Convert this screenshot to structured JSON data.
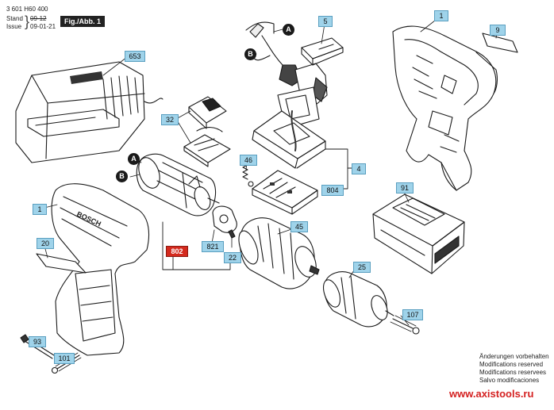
{
  "header": {
    "doc_number": "3 601 H60 400",
    "stand_label": "Stand",
    "stand_value": "09-12",
    "issue_label": "Issue",
    "issue_value": "09-01-21",
    "figure_label": "Fig./Abb. 1"
  },
  "brand_text": "BOSCH",
  "callouts": {
    "c653": "653",
    "c5": "5",
    "c1_top": "1",
    "c9": "9",
    "c32": "32",
    "c46": "46",
    "c4": "4",
    "c804": "804",
    "c91": "91",
    "c1_left": "1",
    "c20": "20",
    "c802": "802",
    "c821": "821",
    "c22": "22",
    "c45": "45",
    "c25": "25",
    "c107": "107",
    "c93": "93",
    "c101": "101"
  },
  "refs": {
    "a_top": "A",
    "b_top": "B",
    "a_left": "A",
    "b_left": "B"
  },
  "notes": [
    "Änderungen vorbehalten",
    "Modifications reserved",
    "Modifications reservees",
    "Salvo modificaciones"
  ],
  "website": "www.axistools.ru",
  "colors": {
    "callout_fill": "#9fd3ea",
    "highlight_callout": "#d42a1e",
    "website_text": "#d42020"
  }
}
